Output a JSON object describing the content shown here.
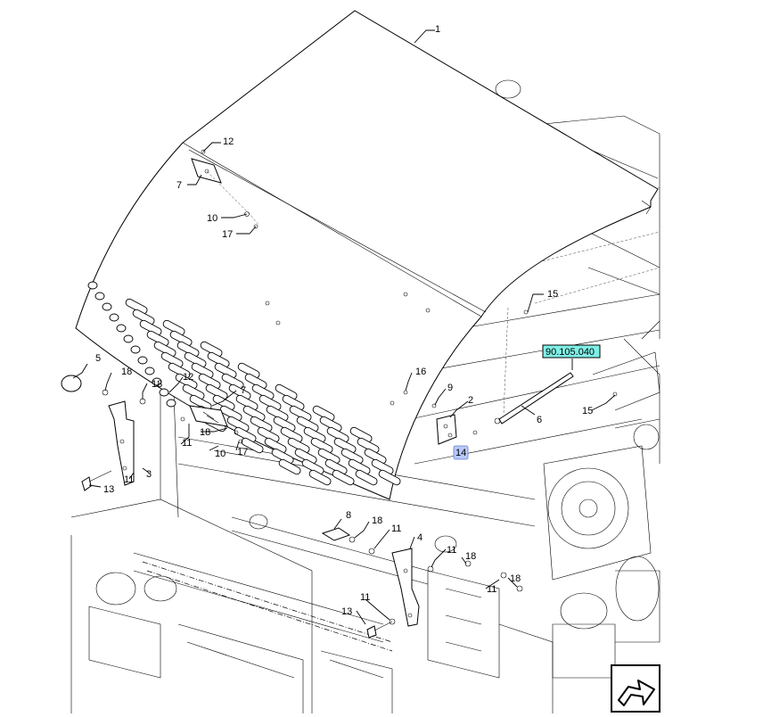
{
  "diagram": {
    "callouts": [
      {
        "id": "c1",
        "text": "1"
      },
      {
        "id": "c12a",
        "text": "12"
      },
      {
        "id": "c7a",
        "text": "7"
      },
      {
        "id": "c10a",
        "text": "10"
      },
      {
        "id": "c17a",
        "text": "17"
      },
      {
        "id": "c15a",
        "text": "15"
      },
      {
        "id": "c5",
        "text": "5"
      },
      {
        "id": "c18a",
        "text": "18"
      },
      {
        "id": "c18b",
        "text": "18"
      },
      {
        "id": "c12b",
        "text": "12"
      },
      {
        "id": "c7b",
        "text": "7"
      },
      {
        "id": "c16",
        "text": "16"
      },
      {
        "id": "c9",
        "text": "9"
      },
      {
        "id": "c2",
        "text": "2"
      },
      {
        "id": "c6",
        "text": "6"
      },
      {
        "id": "c15b",
        "text": "15"
      },
      {
        "id": "c11a",
        "text": "11"
      },
      {
        "id": "c18c",
        "text": "18"
      },
      {
        "id": "c10b",
        "text": "10"
      },
      {
        "id": "c17b",
        "text": "17"
      },
      {
        "id": "c11b",
        "text": "11"
      },
      {
        "id": "c3",
        "text": "3"
      },
      {
        "id": "c13a",
        "text": "13"
      },
      {
        "id": "c8",
        "text": "8"
      },
      {
        "id": "c18d",
        "text": "18"
      },
      {
        "id": "c11c",
        "text": "11"
      },
      {
        "id": "c4",
        "text": "4"
      },
      {
        "id": "c11d",
        "text": "11"
      },
      {
        "id": "c18e",
        "text": "18"
      },
      {
        "id": "c11e",
        "text": "11"
      },
      {
        "id": "c18f",
        "text": "18"
      },
      {
        "id": "c11f",
        "text": "11"
      },
      {
        "id": "c13b",
        "text": "13"
      }
    ],
    "cross_reference": "90.105.040",
    "highlighted_item": "14",
    "nav_icon": "next-page-arrow-icon",
    "colors": {
      "cross_reference_fill": "#7ff0e6",
      "highlight_fill": "#b8c8ff",
      "line": "#000000"
    }
  }
}
